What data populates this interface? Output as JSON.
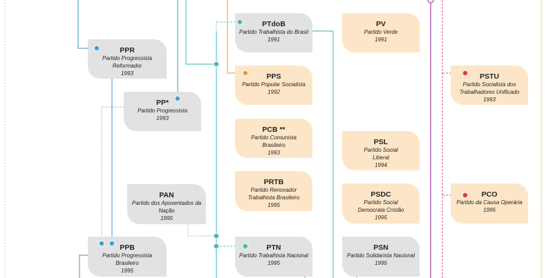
{
  "parties": {
    "ppr": {
      "abbr": "PPR",
      "name": "Partido Progressista Reformador",
      "year": "1993"
    },
    "pp": {
      "abbr": "PP*",
      "name": "Partido Progressista",
      "year": "1993"
    },
    "pan": {
      "abbr": "PAN",
      "name": "Partido dos Aposentados da Nação",
      "year": "1995"
    },
    "ppb": {
      "abbr": "PPB",
      "name": "Partido Progressista Brasileiro",
      "year": "1995"
    },
    "ptdob": {
      "abbr": "PTdoB",
      "name": "Partido Trabalhista do Brasil",
      "year": "1991"
    },
    "pps": {
      "abbr": "PPS",
      "name": "Partido Popular Socialista",
      "year": "1992"
    },
    "pcb": {
      "abbr": "PCB **",
      "name": "Partido Comunista Brasileiro",
      "year": "1993"
    },
    "prtb": {
      "abbr": "PRTB",
      "name": "Partido Renovador Trabalhista Brasileiro",
      "year": "1995"
    },
    "ptn": {
      "abbr": "PTN",
      "name": "Partido Trabalhista Nacional",
      "year": "1995"
    },
    "pv": {
      "abbr": "PV",
      "name": "Partido Verde",
      "year": "1991"
    },
    "psl": {
      "abbr": "PSL",
      "name": "Partido Social Liberal",
      "year": "1994"
    },
    "psdc": {
      "abbr": "PSDC",
      "name": "Partido Social Democrata Cristão",
      "year": "1995"
    },
    "psn": {
      "abbr": "PSN",
      "name": "Partido Solidarista Nacional",
      "year": "1995"
    },
    "pstu": {
      "abbr": "PSTU",
      "name": "Partido Socialista dos Trabalhadores Unificado",
      "year": "1993"
    },
    "pco": {
      "abbr": "PCO",
      "name": "Partido da Causa Operária",
      "year": "1995"
    }
  },
  "colors": {
    "gray_card": "#e2e2e2",
    "peach_card": "#fde6c8",
    "blue_line": "#5aa7d8",
    "teal_line": "#5fc0be",
    "orange_line": "#f5a548",
    "red_line": "#e5485a",
    "purple_line": "#b464b4"
  }
}
